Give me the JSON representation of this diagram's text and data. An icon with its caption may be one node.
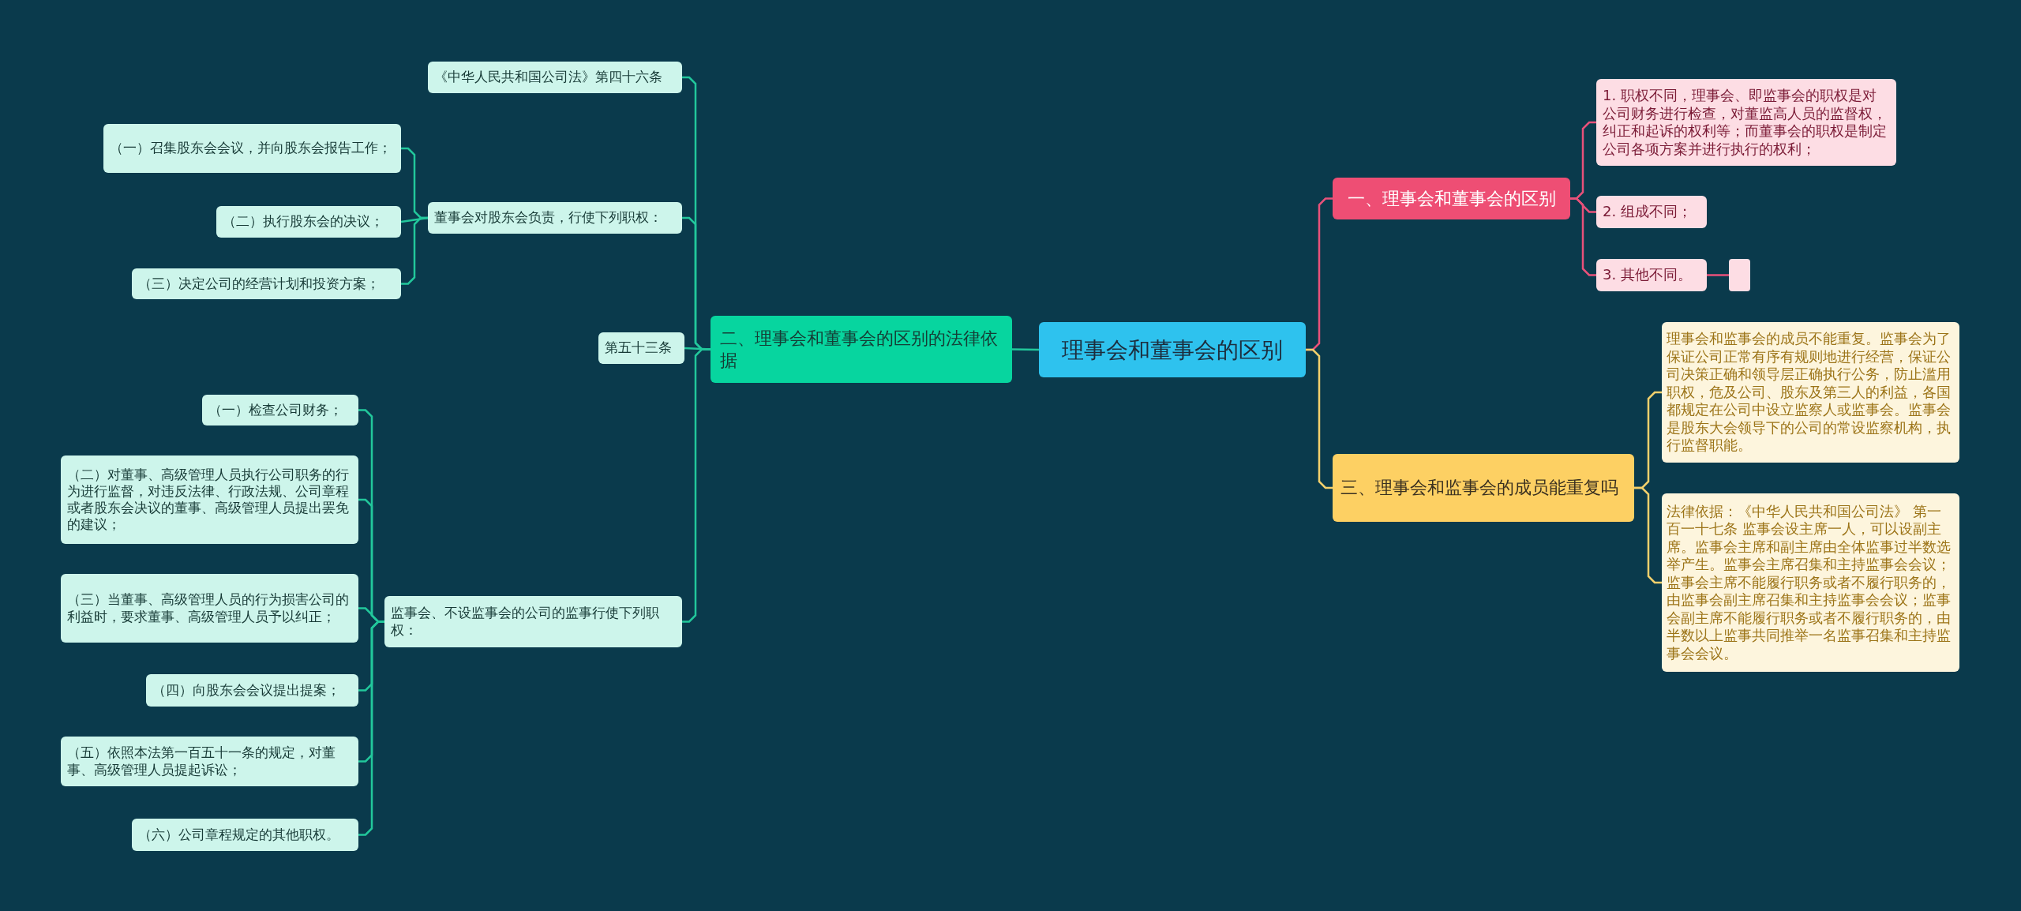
{
  "diagram": {
    "nodes": [
      {
        "text": [
          "理事会和董事会的区别"
        ]
      },
      {
        "text": [
          "一、理事会和董事会的区别"
        ]
      },
      {
        "text": [
          "1. 职权不同，理事会、即监事会的职权是对公司财务进行检查，对董监高人员的监督权，纠正和起诉的权利等；而董事会的职权是制定公司各项方案并进行执行的权利；"
        ]
      },
      {
        "text": [
          "2. 组成不同；"
        ]
      },
      {
        "text": [
          "3. 其他不同。"
        ]
      },
      {
        "text": [],
        "shape": "box"
      },
      {
        "text": [
          "二、理事会和董事会的区别的法律依据"
        ]
      },
      {
        "text": [
          "《中华人民共和国公司法》第四十六条"
        ]
      },
      {
        "text": [
          "董事会对股东会负责，行使下列职权："
        ]
      },
      {
        "text": [
          "（一）召集股东会会议，并向股东会报告工作；"
        ]
      },
      {
        "text": [
          "（二）执行股东会的决议；"
        ]
      },
      {
        "text": [
          "（三）决定公司的经营计划和投资方案；"
        ]
      },
      {
        "text": [
          "第五十三条"
        ]
      },
      {
        "text": [
          "监事会、不设监事会的公司的监事行使下列职权："
        ]
      },
      {
        "text": [
          "（一）检查公司财务；"
        ]
      },
      {
        "text": [
          "（二）对董事、高级管理人员执行公司职务的行为进行监督，对违反法律、行政法规、公司章程或者股东会决议的董事、高级管理人员提出罢免的建议；"
        ]
      },
      {
        "text": [
          "（三）当董事、高级管理人员的行为损害公司的利益时，要求董事、高级管理人员予以纠正；"
        ]
      },
      {
        "text": [
          "（四）向股东会会议提出提案；"
        ]
      },
      {
        "text": [
          "（五）依照本法第一百五十一条的规定，对董事、高级管理人员提起诉讼；"
        ]
      },
      {
        "text": [
          "（六）公司章程规定的其他职权。"
        ]
      },
      {
        "text": [
          "三、理事会和监事会的成员能重复吗"
        ]
      },
      {
        "text": [
          "理事会和监事会的成员不能重复。监事会为了保证公司正常有序有规则地进行经营，保证公司决策正确和领导层正确执行公务，防止滥用职权，危及公司、股东及第三人的利益，各国都规定在公司中设立监察人或监事会。监事会是股东大会领导下的公司的常设监察机构，执行监督职能。"
        ]
      },
      {
        "text": [
          "法律依据：《中华人民共和国公司法》 第一百一十七条 监事会设主席一人，可以设副主席。监事会主席和副主席由全体监事过半数选举产生。监事会主席召集和主持监事会会议；监事会主席不能履行职务或者不履行职务的，由监事会副主席召集和主持监事会会议；监事会副主席不能履行职务或者不履行职务的，由半数以上监事共同推举一名监事召集和主持监事会会议。"
        ]
      }
    ],
    "edges": [
      {
        "from": 0,
        "to": 1,
        "arrow": "none",
        "color": "#e8517a"
      },
      {
        "from": 1,
        "to": 2,
        "arrow": "none",
        "color": "#e8517a"
      },
      {
        "from": 1,
        "to": 3,
        "arrow": "none",
        "color": "#e8517a"
      },
      {
        "from": 1,
        "to": 4,
        "arrow": "none",
        "color": "#e8517a"
      },
      {
        "from": 4,
        "to": 5,
        "arrow": "none",
        "color": "#e8517a"
      },
      {
        "from": 0,
        "to": 6,
        "arrow": "none"
      },
      {
        "from": 6,
        "to": 7,
        "arrow": "none"
      },
      {
        "from": 6,
        "to": 8,
        "arrow": "none"
      },
      {
        "from": 8,
        "to": 9,
        "arrow": "none"
      },
      {
        "from": 8,
        "to": 10,
        "arrow": "none"
      },
      {
        "from": 8,
        "to": 11,
        "arrow": "none"
      },
      {
        "from": 6,
        "to": 12,
        "arrow": "none"
      },
      {
        "from": 6,
        "to": 13,
        "arrow": "none"
      },
      {
        "from": 13,
        "to": 14,
        "arrow": "none"
      },
      {
        "from": 13,
        "to": 15,
        "arrow": "none"
      },
      {
        "from": 13,
        "to": 16,
        "arrow": "none"
      },
      {
        "from": 13,
        "to": 17,
        "arrow": "none"
      },
      {
        "from": 13,
        "to": 18,
        "arrow": "none"
      },
      {
        "from": 13,
        "to": 19,
        "arrow": "none"
      },
      {
        "from": 0,
        "to": 20,
        "arrow": "none",
        "color": "#f3d06c"
      },
      {
        "from": 20,
        "to": 21,
        "arrow": "none",
        "color": "#f3d06c"
      },
      {
        "from": 20,
        "to": 22,
        "arrow": "none",
        "color": "#f3d06c"
      }
    ]
  }
}
